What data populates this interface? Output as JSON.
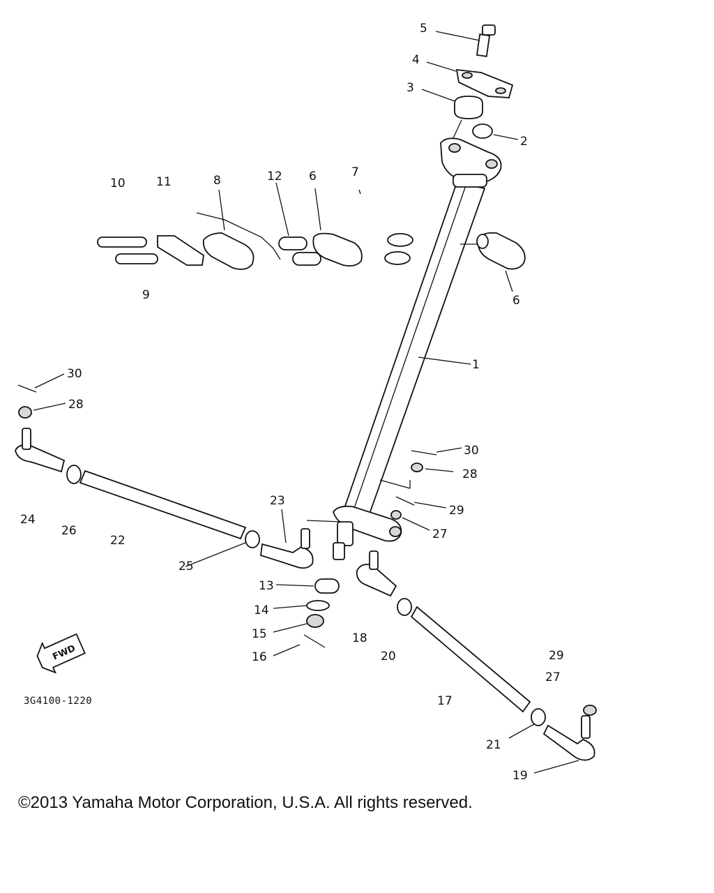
{
  "diagram": {
    "code": "3G4100-1220",
    "fwd_label": "FWD",
    "callouts": {
      "n1": "1",
      "n2": "2",
      "n3": "3",
      "n4": "4",
      "n5": "5",
      "n6a": "6",
      "n6b": "6",
      "n7": "7",
      "n8": "8",
      "n9": "9",
      "n10": "10",
      "n11": "11",
      "n12": "12",
      "n13": "13",
      "n14": "14",
      "n15": "15",
      "n16": "16",
      "n17": "17",
      "n18": "18",
      "n19": "19",
      "n20": "20",
      "n21": "21",
      "n22": "22",
      "n23": "23",
      "n24": "24",
      "n25": "25",
      "n26": "26",
      "n27a": "27",
      "n27b": "27",
      "n28a": "28",
      "n28b": "28",
      "n29a": "29",
      "n29b": "29",
      "n30a": "30",
      "n30b": "30"
    }
  },
  "footer": {
    "copyright": "©2013 Yamaha Motor Corporation, U.S.A. All rights reserved."
  }
}
